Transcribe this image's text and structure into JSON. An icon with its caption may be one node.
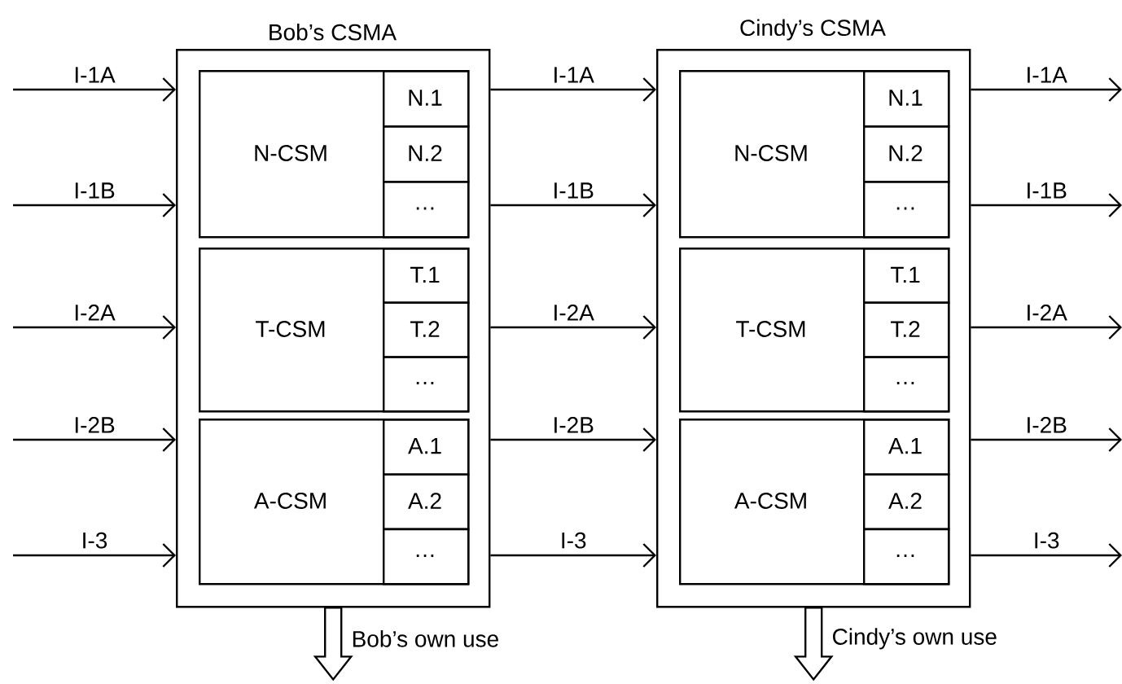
{
  "diagram": {
    "nodes": [
      {
        "text": [
          "Bob’s CSMA"
        ]
      },
      {
        "text": [
          "N-CSM"
        ],
        "in": 0
      },
      {
        "text": [
          "N.1"
        ],
        "in": 1
      },
      {
        "text": [
          "N.2"
        ],
        "in": 1
      },
      {
        "text": [
          "…"
        ],
        "in": 1
      },
      {
        "text": [
          "T-CSM"
        ],
        "in": 0
      },
      {
        "text": [
          "T.1"
        ],
        "in": 5
      },
      {
        "text": [
          "T.2"
        ],
        "in": 5
      },
      {
        "text": [
          "…"
        ],
        "in": 5
      },
      {
        "text": [
          "A-CSM"
        ],
        "in": 0
      },
      {
        "text": [
          "A.1"
        ],
        "in": 9
      },
      {
        "text": [
          "A.2"
        ],
        "in": 9
      },
      {
        "text": [
          "…"
        ],
        "in": 9
      },
      {
        "text": [
          "Cindy’s CSMA"
        ]
      },
      {
        "text": [
          "N-CSM"
        ],
        "in": 13
      },
      {
        "text": [
          "N.1"
        ],
        "in": 14
      },
      {
        "text": [
          "N.2"
        ],
        "in": 14
      },
      {
        "text": [
          "…"
        ],
        "in": 14
      },
      {
        "text": [
          "T-CSM"
        ],
        "in": 13
      },
      {
        "text": [
          "T.1"
        ],
        "in": 18
      },
      {
        "text": [
          "T.2"
        ],
        "in": 18
      },
      {
        "text": [
          "…"
        ],
        "in": 18
      },
      {
        "text": [
          "A-CSM"
        ],
        "in": 13
      },
      {
        "text": [
          "A.1"
        ],
        "in": 22
      },
      {
        "text": [
          "A.2"
        ],
        "in": 22
      },
      {
        "text": [
          "…"
        ],
        "in": 22
      }
    ],
    "edges": [
      {
        "from": null,
        "to": 0,
        "arrow": "to",
        "label": "I-1A"
      },
      {
        "from": null,
        "to": 0,
        "arrow": "to",
        "label": "I-1B"
      },
      {
        "from": null,
        "to": 0,
        "arrow": "to",
        "label": "I-2A"
      },
      {
        "from": null,
        "to": 0,
        "arrow": "to",
        "label": "I-2B"
      },
      {
        "from": null,
        "to": 0,
        "arrow": "to",
        "label": "I-3"
      },
      {
        "from": 0,
        "to": 13,
        "arrow": "to",
        "label": "I-1A"
      },
      {
        "from": 0,
        "to": 13,
        "arrow": "to",
        "label": "I-1B"
      },
      {
        "from": 0,
        "to": 13,
        "arrow": "to",
        "label": "I-2A"
      },
      {
        "from": 0,
        "to": 13,
        "arrow": "to",
        "label": "I-2B"
      },
      {
        "from": 0,
        "to": 13,
        "arrow": "to",
        "label": "I-3"
      },
      {
        "from": 13,
        "to": null,
        "arrow": "to",
        "label": "I-1A"
      },
      {
        "from": 13,
        "to": null,
        "arrow": "to",
        "label": "I-1B"
      },
      {
        "from": 13,
        "to": null,
        "arrow": "to",
        "label": "I-2A"
      },
      {
        "from": 13,
        "to": null,
        "arrow": "to",
        "label": "I-2B"
      },
      {
        "from": 13,
        "to": null,
        "arrow": "to",
        "label": "I-3"
      },
      {
        "from": 0,
        "to": null,
        "arrow": "to",
        "style": "thick",
        "label": "Bob’s own use"
      },
      {
        "from": 13,
        "to": null,
        "arrow": "to",
        "style": "thick",
        "label": "Cindy’s own use"
      }
    ]
  }
}
